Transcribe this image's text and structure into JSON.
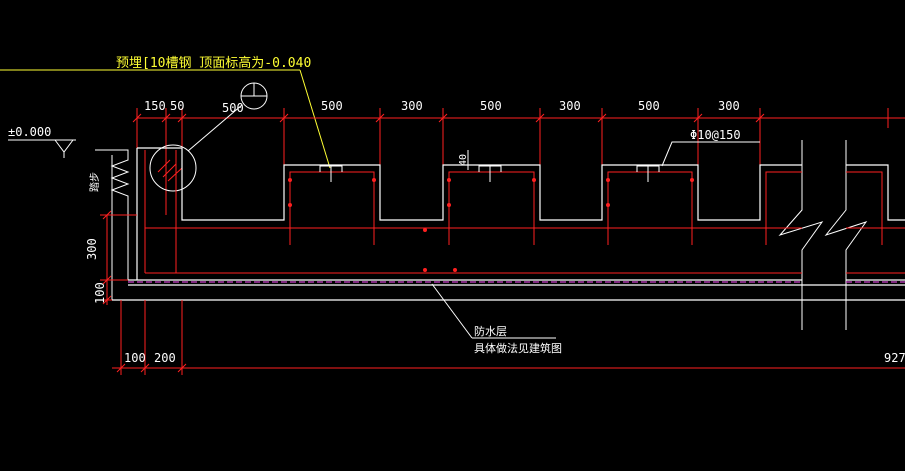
{
  "colors": {
    "background": "#000000",
    "structure": "#ffffff",
    "rebar": "#ff2020",
    "dimension": "#ff2020",
    "dimension_text": "#ffffff",
    "annotation": "#ffff33",
    "note_text": "#ffffff",
    "membrane": "#cc44cc"
  },
  "annotation": {
    "embedded_channel": "预埋[10槽钢 顶面标高为-0.040"
  },
  "labels": {
    "elevation": "±0.000",
    "steps": "踏步",
    "rebar_spec": "Φ10@150",
    "dim_40": "40",
    "waterproof_line1": "防水层",
    "waterproof_line2": "具体做法见建筑图",
    "total_dim": "927"
  },
  "top_dimensions": [
    "150",
    "50",
    "500",
    "500",
    "300",
    "500",
    "300",
    "500",
    "300"
  ],
  "left_dimensions": [
    "300",
    "100"
  ],
  "bottom_dimensions": [
    "100",
    "200"
  ],
  "icons": {
    "section_callout": "section-callout-icon",
    "elevation_marker": "elevation-triangle-icon",
    "break_line": "break-line-icon"
  }
}
